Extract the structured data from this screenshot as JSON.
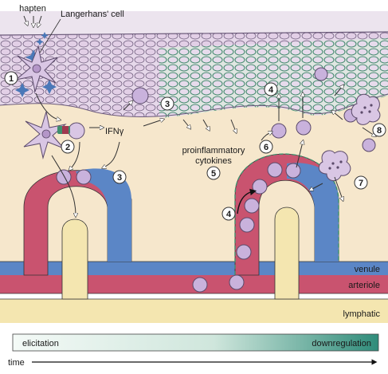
{
  "labels": {
    "hapten": "hapten",
    "langerhans": "Langerhans' cell",
    "ifn": "IFNγ",
    "cytokines_line1": "proinflammatory",
    "cytokines_line2": "cytokines",
    "venule": "venule",
    "arteriole": "arteriole",
    "lymphatic": "lymphatic",
    "time": "time"
  },
  "time_bar": {
    "left_label": "elicitation",
    "right_label": "downregulation"
  },
  "steps": [
    "1",
    "2",
    "3",
    "3",
    "4",
    "4",
    "5",
    "6",
    "7",
    "8"
  ],
  "colors": {
    "dermis": "#f6e7cc",
    "epidermis_light": "#ede3ee",
    "cell": "#d9c6e4",
    "cell_border": "#5b4a6a",
    "keratinocyte_active": "#3f8f6d",
    "venule": "#5b86c6",
    "arteriole": "#c9536f",
    "lymphatic": "#f4e6b0"
  }
}
